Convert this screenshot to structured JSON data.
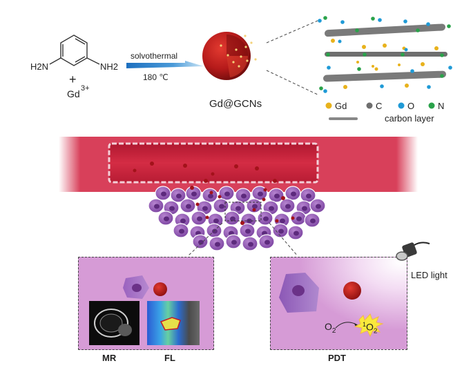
{
  "reaction": {
    "reactant_left_group": "H2N",
    "reactant_right_group": "NH2",
    "plus": "+",
    "metal_ion": "Gd",
    "metal_charge": "3+",
    "condition_top": "solvothermal",
    "condition_bottom": "180 ℃",
    "product_label": "Gd@GCNs"
  },
  "legend": {
    "items": [
      {
        "label": "Gd",
        "color": "#e8b21c"
      },
      {
        "label": "C",
        "color": "#6e6e6e"
      },
      {
        "label": "O",
        "color": "#1f9ad6"
      },
      {
        "label": "N",
        "color": "#2aa24a"
      }
    ],
    "carbon_layer_label": "carbon layer"
  },
  "panels": {
    "imaging": {
      "labels": [
        "MR",
        "FL"
      ]
    },
    "therapy": {
      "label": "PDT",
      "light_label": "LED light",
      "reactant": "O",
      "reactant_sub": "2",
      "product_sup": "1",
      "product": "O",
      "product_sub": "2"
    }
  },
  "colors": {
    "vessel": "#c8203a",
    "cell": "#8a55b0",
    "panel_bg": "#d49ad4",
    "nanoparticle": "#b01a1a",
    "arrow": "#3b8fd0"
  }
}
